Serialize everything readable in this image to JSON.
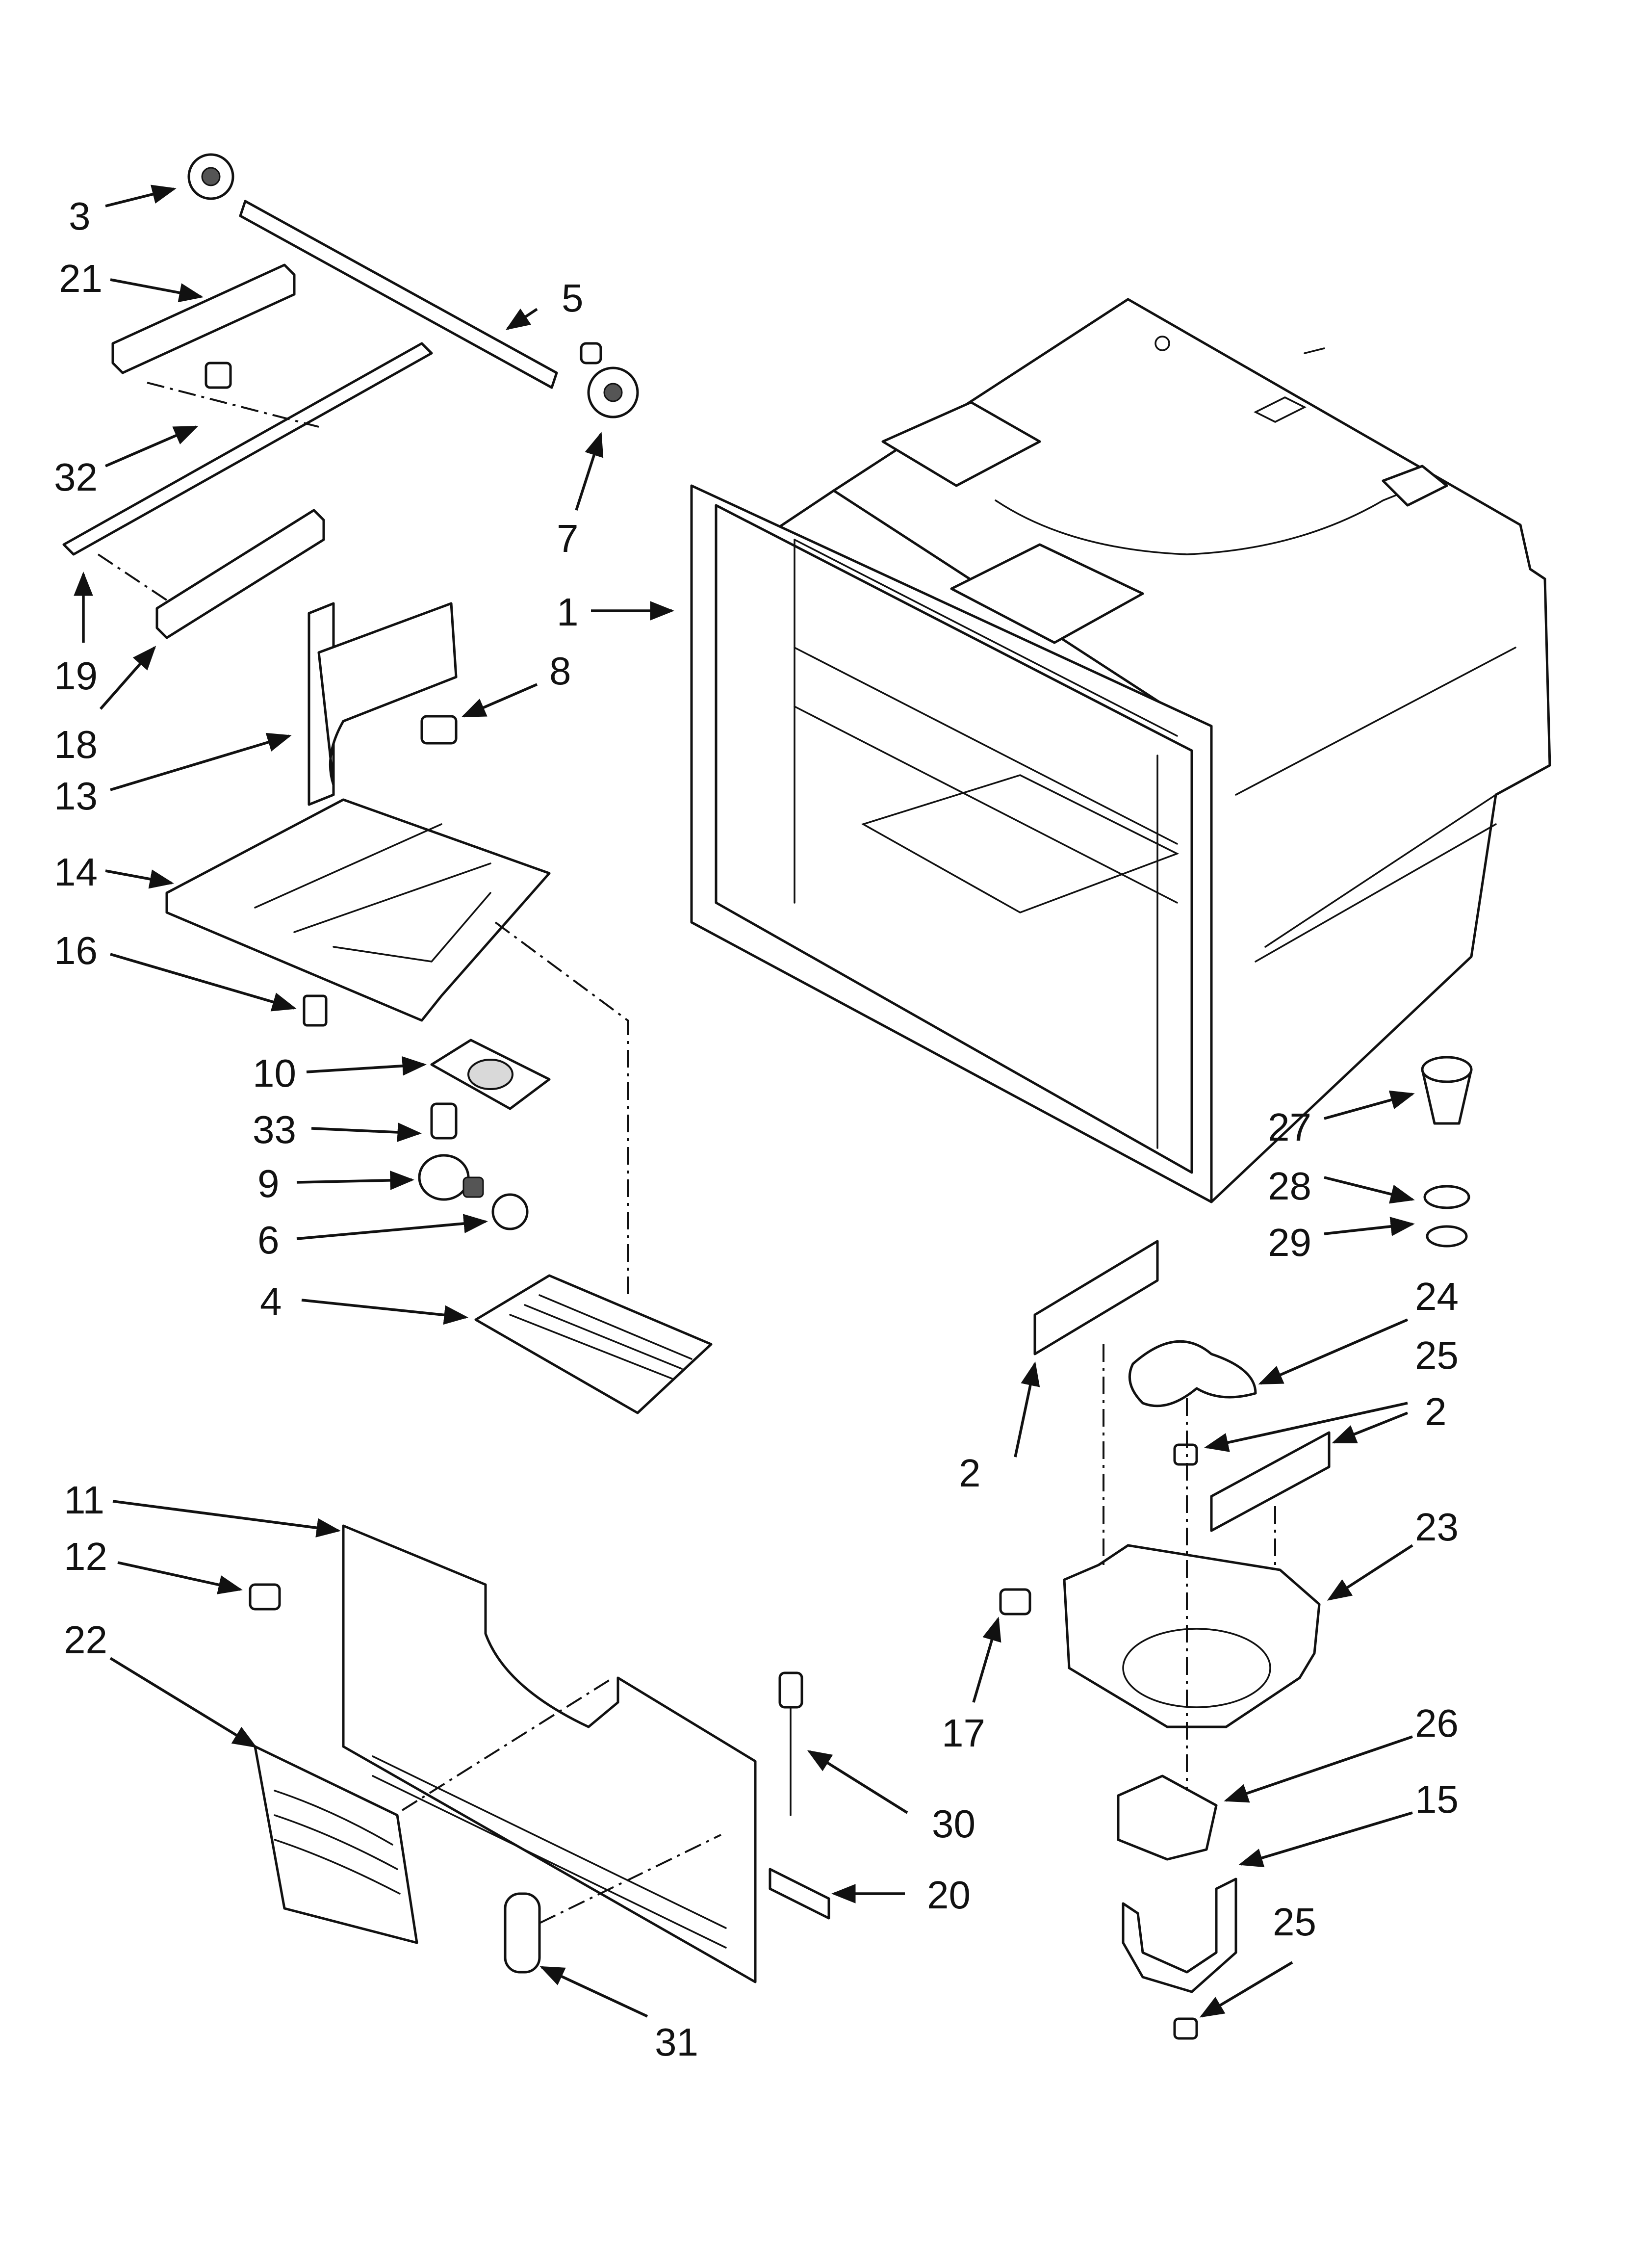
{
  "diagram": {
    "kind": "exploded parts diagram",
    "callouts": [
      {
        "id": "c3",
        "label": "3"
      },
      {
        "id": "c21",
        "label": "21"
      },
      {
        "id": "c5",
        "label": "5"
      },
      {
        "id": "c32",
        "label": "32"
      },
      {
        "id": "c7",
        "label": "7"
      },
      {
        "id": "c1",
        "label": "1"
      },
      {
        "id": "c19",
        "label": "19"
      },
      {
        "id": "c18",
        "label": "18"
      },
      {
        "id": "c8",
        "label": "8"
      },
      {
        "id": "c13",
        "label": "13"
      },
      {
        "id": "c14",
        "label": "14"
      },
      {
        "id": "c16",
        "label": "16"
      },
      {
        "id": "c10",
        "label": "10"
      },
      {
        "id": "c33",
        "label": "33"
      },
      {
        "id": "c9",
        "label": "9"
      },
      {
        "id": "c6",
        "label": "6"
      },
      {
        "id": "c4",
        "label": "4"
      },
      {
        "id": "c27",
        "label": "27"
      },
      {
        "id": "c28",
        "label": "28"
      },
      {
        "id": "c29",
        "label": "29"
      },
      {
        "id": "c24",
        "label": "24"
      },
      {
        "id": "c25a",
        "label": "25"
      },
      {
        "id": "c2a",
        "label": "2"
      },
      {
        "id": "c2b",
        "label": "2"
      },
      {
        "id": "c23",
        "label": "23"
      },
      {
        "id": "c11",
        "label": "11"
      },
      {
        "id": "c12",
        "label": "12"
      },
      {
        "id": "c22",
        "label": "22"
      },
      {
        "id": "c17",
        "label": "17"
      },
      {
        "id": "c26",
        "label": "26"
      },
      {
        "id": "c15",
        "label": "15"
      },
      {
        "id": "c30",
        "label": "30"
      },
      {
        "id": "c20",
        "label": "20"
      },
      {
        "id": "c25b",
        "label": "25"
      },
      {
        "id": "c31",
        "label": "31"
      }
    ]
  }
}
